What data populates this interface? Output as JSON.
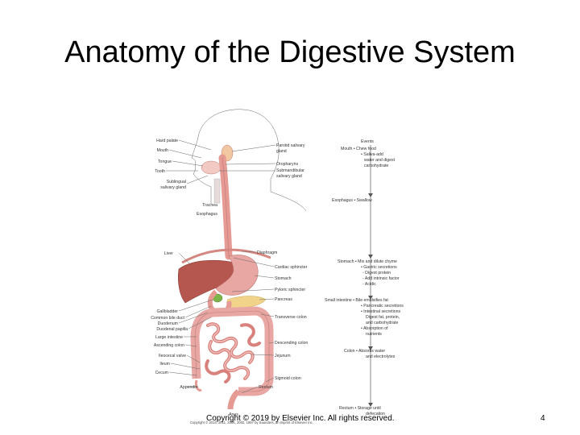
{
  "title": "Anatomy of the Digestive System",
  "left_labels": [
    {
      "text": "Hard palate"
    },
    {
      "text": "Mouth"
    },
    {
      "text": "Tongue"
    },
    {
      "text": "Tooth"
    },
    {
      "text": "Sublingual"
    },
    {
      "text": "salivary gland"
    },
    {
      "text": "Trachea"
    },
    {
      "text": "Esophagus"
    },
    {
      "text": "Liver"
    },
    {
      "text": "Gallbladder"
    },
    {
      "text": "Common bile duct"
    },
    {
      "text": "Duodenum"
    },
    {
      "text": "Duodenal papilla"
    },
    {
      "text": "Large intestine"
    },
    {
      "text": "Ascending colon"
    },
    {
      "text": "Ileocecal valve"
    },
    {
      "text": "Ileum"
    },
    {
      "text": "Cecum"
    },
    {
      "text": "Appendix"
    },
    {
      "text": "Anus"
    }
  ],
  "right_labels": [
    {
      "text": "Parotid salivary"
    },
    {
      "text": "gland"
    },
    {
      "text": "Oropharynx"
    },
    {
      "text": "Submandibular"
    },
    {
      "text": "salivary gland"
    },
    {
      "text": "Diaphragm"
    },
    {
      "text": "Cardiac sphincter"
    },
    {
      "text": "Stomach"
    },
    {
      "text": "Pyloric sphincter"
    },
    {
      "text": "Pancreas"
    },
    {
      "text": "Transverse colon"
    },
    {
      "text": "Descending colon"
    },
    {
      "text": "Jejunum"
    },
    {
      "text": "Sigmoid colon"
    },
    {
      "text": "Rectum"
    }
  ],
  "events": {
    "header": "Events",
    "lines": [
      {
        "text": "Mouth  • Chew food"
      },
      {
        "text": "• Saliva-add"
      },
      {
        "text": "water and digest"
      },
      {
        "text": "carbohydrate"
      },
      {
        "text": "Esophagus • Swallow"
      },
      {
        "text": "Stomach • Mix and dilute chyme"
      },
      {
        "text": "• Gastric secretions"
      },
      {
        "text": "- Digest protein"
      },
      {
        "text": "- Add intrinsic factor"
      },
      {
        "text": "- Acidic"
      },
      {
        "text": "Small intestine • Bile emulsifies fat"
      },
      {
        "text": "• Pancreatic secretions"
      },
      {
        "text": "• Intestinal secretions"
      },
      {
        "text": "Digest fat, protein,"
      },
      {
        "text": "and carbohydrate"
      },
      {
        "text": "• Absorption of"
      },
      {
        "text": "nutrients"
      },
      {
        "text": "Colon • Absorbs water"
      },
      {
        "text": "and electrolytes"
      },
      {
        "text": "Rectum • Storage until"
      },
      {
        "text": "defecation"
      }
    ]
  },
  "figure_credit": "Copyright © 2014, 2011, 2006, 2002, 1997 by Saunders, an imprint of Elsevier Inc.",
  "footer": {
    "copyright": "Copyright © 2019 by Elsevier Inc. All rights reserved.",
    "page": "4"
  },
  "colors": {
    "organ_pink": "#e9a7a3",
    "organ_dark": "#c07a78",
    "liver": "#b5574f",
    "gallbladder": "#7db44a",
    "pancreas": "#f1d48a",
    "outline": "#9aa0a6"
  }
}
